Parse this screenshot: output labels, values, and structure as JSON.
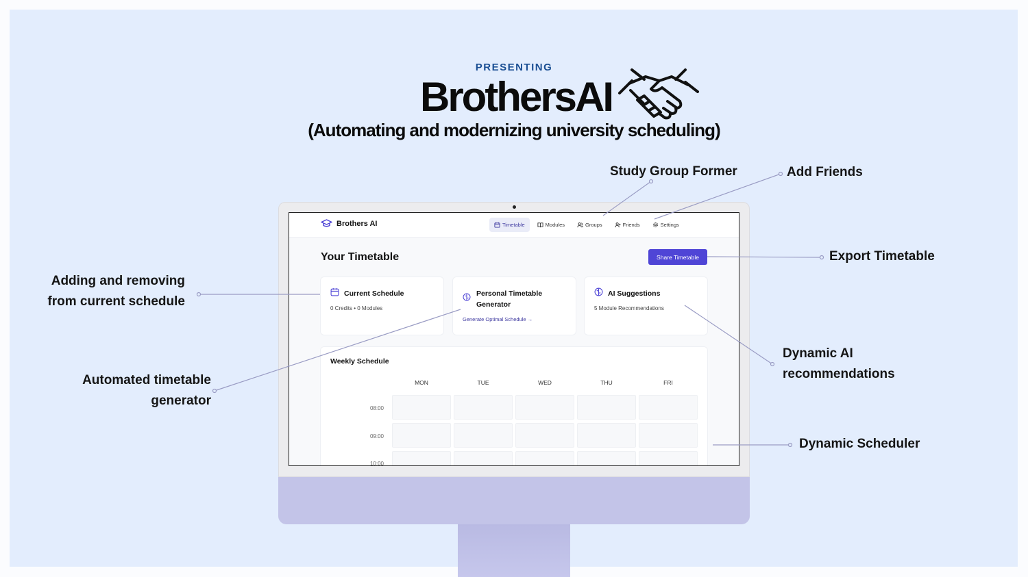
{
  "header": {
    "presenting": "PRESENTING",
    "brand": "BrothersAI",
    "subtitle": "(Automating and modernizing university scheduling)"
  },
  "annotations": {
    "study_group": "Study Group Former",
    "add_friends": "Add Friends",
    "export": "Export Timetable",
    "adding_line1": "Adding and removing",
    "adding_line2": "from current schedule",
    "auto_line1": "Automated timetable",
    "auto_line2": "generator",
    "ai_line1": "Dynamic AI",
    "ai_line2": "recommendations",
    "scheduler": "Dynamic Scheduler"
  },
  "app": {
    "logo": "Brothers AI",
    "nav": [
      {
        "label": "Timetable",
        "icon": "calendar-icon",
        "active": true
      },
      {
        "label": "Modules",
        "icon": "book-icon"
      },
      {
        "label": "Groups",
        "icon": "users-icon"
      },
      {
        "label": "Friends",
        "icon": "user-plus-icon"
      },
      {
        "label": "Settings",
        "icon": "gear-icon"
      }
    ],
    "page_title": "Your Timetable",
    "share_button": "Share Timetable",
    "cards": [
      {
        "title": "Current Schedule",
        "sub": "0 Credits • 0 Modules",
        "icon": "calendar-icon"
      },
      {
        "title": "Personal Timetable Generator",
        "link": "Generate Optimal Schedule →",
        "icon": "brain-icon"
      },
      {
        "title": "AI Suggestions",
        "sub": "5 Module Recommendations",
        "icon": "brain-icon"
      }
    ],
    "weekly": {
      "title": "Weekly Schedule",
      "days": [
        "MON",
        "TUE",
        "WED",
        "THU",
        "FRI"
      ],
      "times": [
        "08:00",
        "09:00",
        "10:00"
      ]
    }
  },
  "colors": {
    "background": "#e3edfd",
    "accent": "#4f45d6",
    "presenting": "#1b4f94",
    "monitor_chin": "#c3c4e8"
  }
}
